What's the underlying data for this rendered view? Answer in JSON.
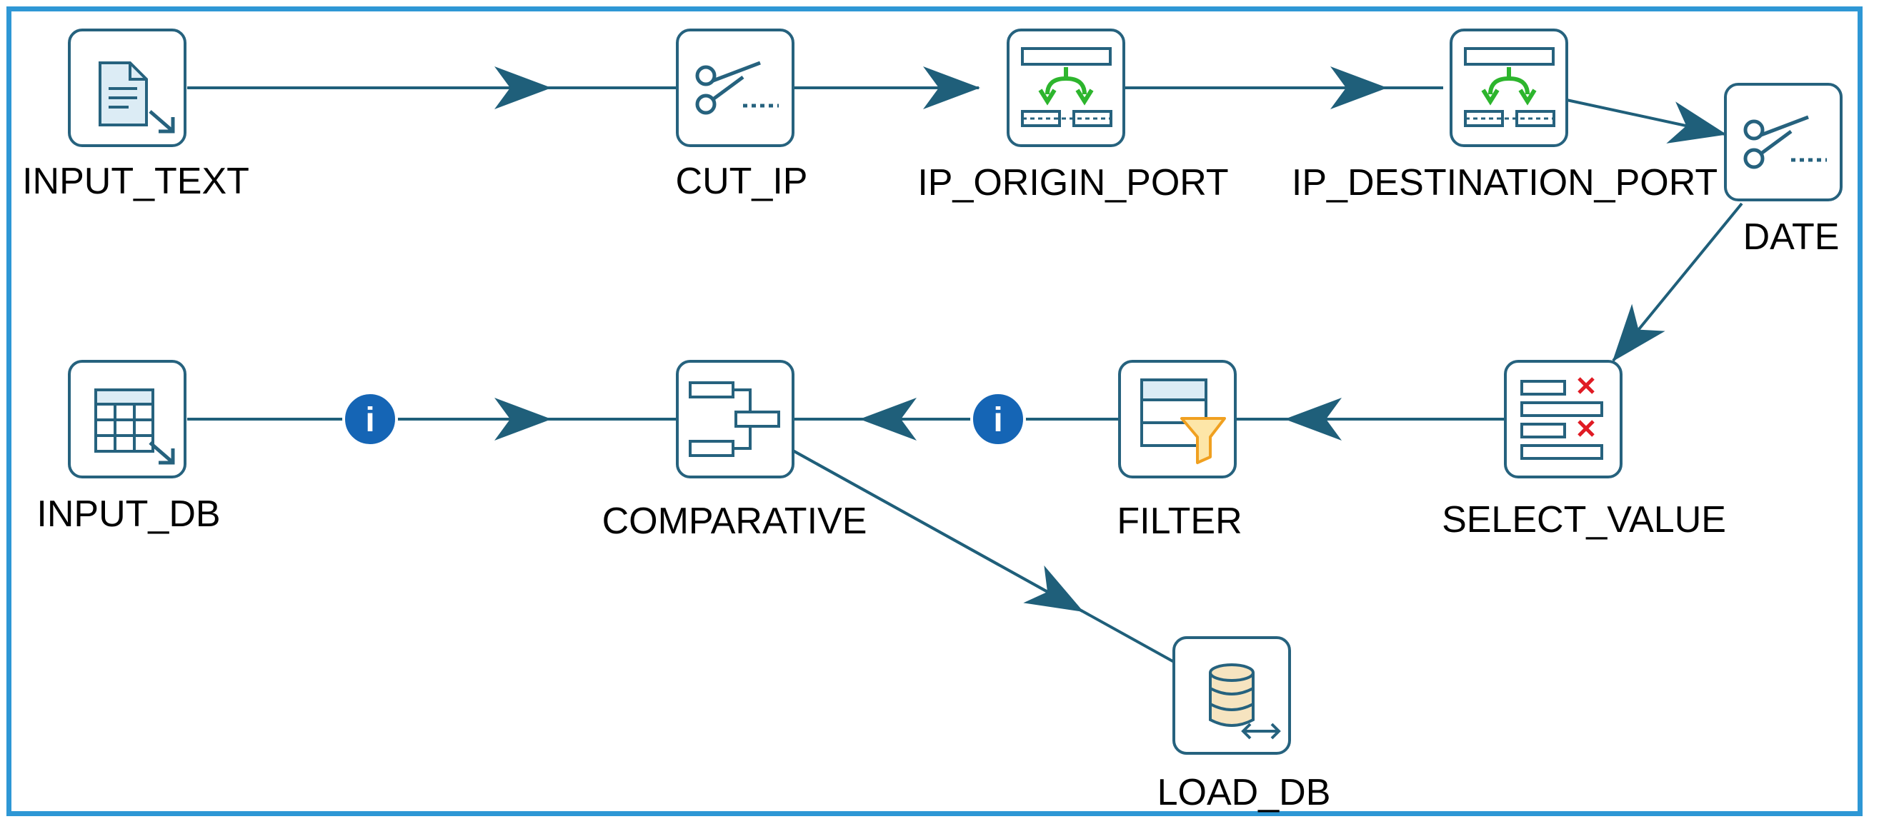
{
  "steps": {
    "input_text": "INPUT_TEXT",
    "cut_ip": "CUT_IP",
    "ip_origin_port": "IP_ORIGIN_PORT",
    "ip_destination_port": "IP_DESTINATION_PORT",
    "date": "DATE",
    "input_db": "INPUT_DB",
    "comparative": "COMPARATIVE",
    "filter": "FILTER",
    "select_value": "SELECT_VALUE",
    "load_db": "LOAD_DB"
  },
  "info_badge": "i",
  "colors": {
    "frame": "#2e97d5",
    "hop": "#1f5f7a",
    "icon_stroke": "#26627e",
    "info_badge": "#1565b5",
    "split_arrow": "#2db52d",
    "delete_mark": "#e01b24",
    "filter_funnel": "#f0a020"
  }
}
